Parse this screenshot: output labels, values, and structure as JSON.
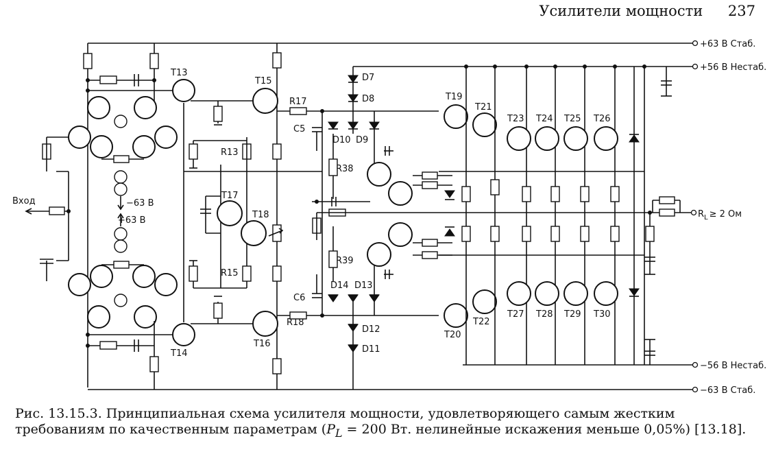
{
  "page_header": {
    "title": "Усилители мощности",
    "page_number": "237"
  },
  "rails": {
    "pos_stab": "+63 В Стаб.",
    "pos_unstab": "+56 В Нестаб.",
    "neg_unstab": "−56 В Нестаб.",
    "neg_stab": "−63 В Стаб."
  },
  "input_label": "Вход",
  "load_label": "R",
  "load_subscript": "L",
  "load_value": "≥ 2 Ом",
  "supply_labels": {
    "minus": "−63 В",
    "plus": "+63 В"
  },
  "components": {
    "transistors": [
      "T13",
      "T14",
      "T15",
      "T16",
      "T17",
      "T18",
      "T19",
      "T20",
      "T21",
      "T22",
      "T23",
      "T24",
      "T25",
      "T26",
      "T27",
      "T28",
      "T29",
      "T30"
    ],
    "resistors": [
      "R13",
      "R15",
      "R17",
      "R18",
      "R38",
      "R39"
    ],
    "capacitors": [
      "C5",
      "C6"
    ],
    "diodes": [
      "D7",
      "D8",
      "D9",
      "D10",
      "D11",
      "D12",
      "D13",
      "D14"
    ]
  },
  "caption": {
    "prefix": "Рис. 13.15.3. Принципиальная схема усилителя мощности, удовлетворяющего самым жестким требованиям по качественным параметрам (",
    "p_symbol": "P",
    "p_subscript": "L",
    "suffix": " = 200 Вт. нелинейные искажения меньше 0,05%) [13.18]."
  }
}
